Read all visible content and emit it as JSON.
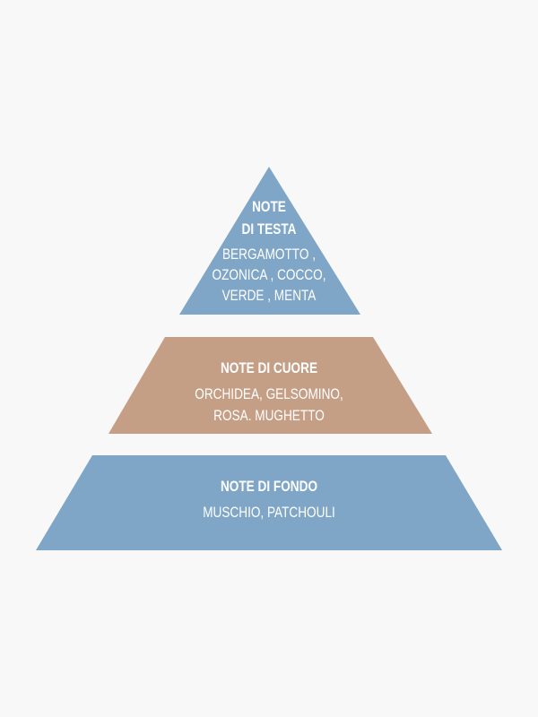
{
  "colors": {
    "background": "#f8f8f8",
    "blue": "#7fa6c6",
    "tan": "#c49f86",
    "text": "#ffffff"
  },
  "pyramid": {
    "top": {
      "title_line1": "NOTE",
      "title_line2": "DI TESTA",
      "notes_line1": "BERGAMOTTO ,",
      "notes_line2": "OZONICA , COCCO,",
      "notes_line3": "VERDE , MENTA"
    },
    "middle": {
      "title": "NOTE DI CUORE",
      "notes_line1": "ORCHIDEA, GELSOMINO,",
      "notes_line2": "ROSA. MUGHETTO"
    },
    "bottom": {
      "title": "NOTE DI FONDO",
      "notes_line1": "MUSCHIO, PATCHOULI"
    }
  }
}
